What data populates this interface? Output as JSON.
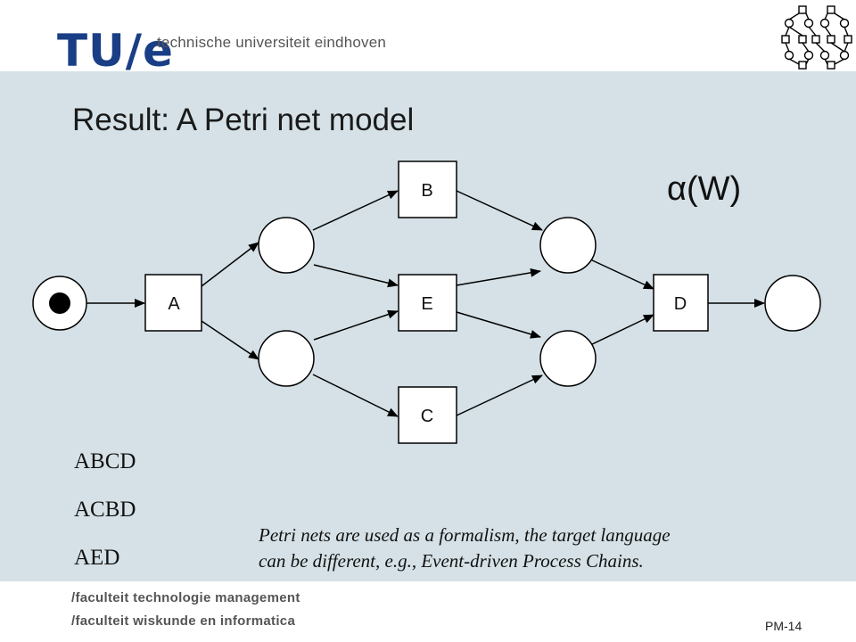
{
  "header": {
    "logo_text": "TU/e",
    "university_name": "technische universiteit eindhoven"
  },
  "slide": {
    "title": "Result: A Petri net model",
    "formula": "α(W)",
    "traces": [
      "ABCD",
      "ACBD",
      "AED"
    ],
    "note_line1": "Petri nets are used as a formalism, the target language",
    "note_line2": "can be different, e.g., Event-driven Process Chains."
  },
  "petri_net": {
    "places": [
      {
        "id": "start",
        "token": true
      },
      {
        "id": "p1",
        "token": false
      },
      {
        "id": "p2",
        "token": false
      },
      {
        "id": "p3",
        "token": false
      },
      {
        "id": "p4",
        "token": false
      },
      {
        "id": "end",
        "token": false
      }
    ],
    "transitions": [
      {
        "id": "A",
        "label": "A"
      },
      {
        "id": "B",
        "label": "B"
      },
      {
        "id": "E",
        "label": "E"
      },
      {
        "id": "C",
        "label": "C"
      },
      {
        "id": "D",
        "label": "D"
      }
    ],
    "arcs": [
      [
        "start",
        "A"
      ],
      [
        "A",
        "p1"
      ],
      [
        "A",
        "p2"
      ],
      [
        "p1",
        "B"
      ],
      [
        "p1",
        "E"
      ],
      [
        "p2",
        "E"
      ],
      [
        "p2",
        "C"
      ],
      [
        "B",
        "p3"
      ],
      [
        "E",
        "p3"
      ],
      [
        "E",
        "p4"
      ],
      [
        "C",
        "p4"
      ],
      [
        "p3",
        "D"
      ],
      [
        "p4",
        "D"
      ],
      [
        "D",
        "end"
      ]
    ]
  },
  "footer": {
    "line1": "/faculteit technologie management",
    "line2": "/faculteit wiskunde en informatica",
    "page": "PM-14"
  }
}
